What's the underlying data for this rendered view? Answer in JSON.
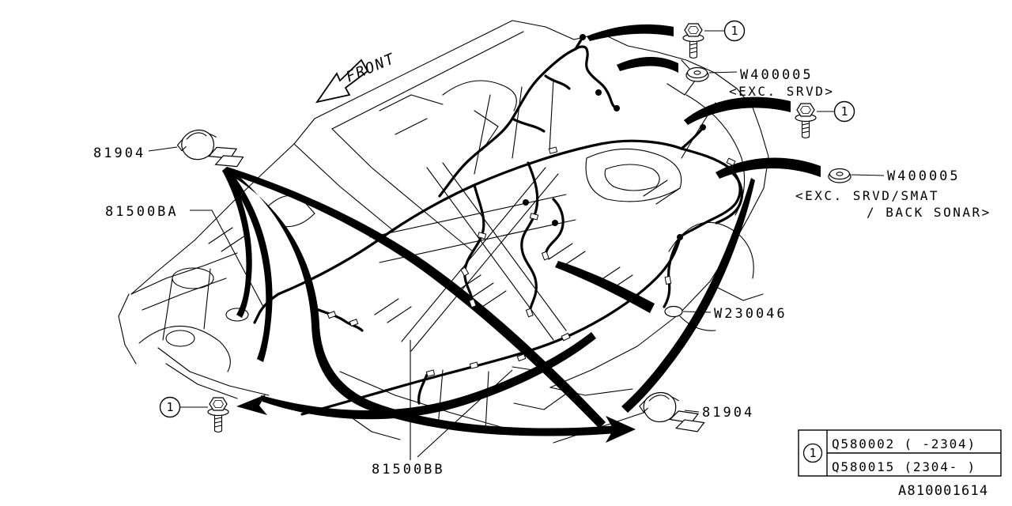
{
  "front_marker": {
    "label": "FRONT"
  },
  "parts": {
    "clip_top_left": {
      "number": "81904"
    },
    "clip_bottom_right": {
      "number": "81904"
    },
    "harness_front": {
      "number": "81500BA"
    },
    "harness_rear": {
      "number": "81500BB"
    },
    "grommet_top": {
      "number": "W400005",
      "note": "<EXC. SRVD>"
    },
    "grommet_right": {
      "number": "W400005",
      "note_line1": "<EXC. SRVD/SMAT",
      "note_line2": "/ BACK SONAR>"
    },
    "plug": {
      "number": "W230046"
    }
  },
  "fastener": {
    "ref": "1"
  },
  "legend": {
    "ref": "1",
    "rows": [
      "Q580002 ( -2304)",
      "Q580015 (2304- )"
    ]
  },
  "diagram_id": "A810001614",
  "colors": {
    "ink": "#000000",
    "paper": "#ffffff"
  }
}
